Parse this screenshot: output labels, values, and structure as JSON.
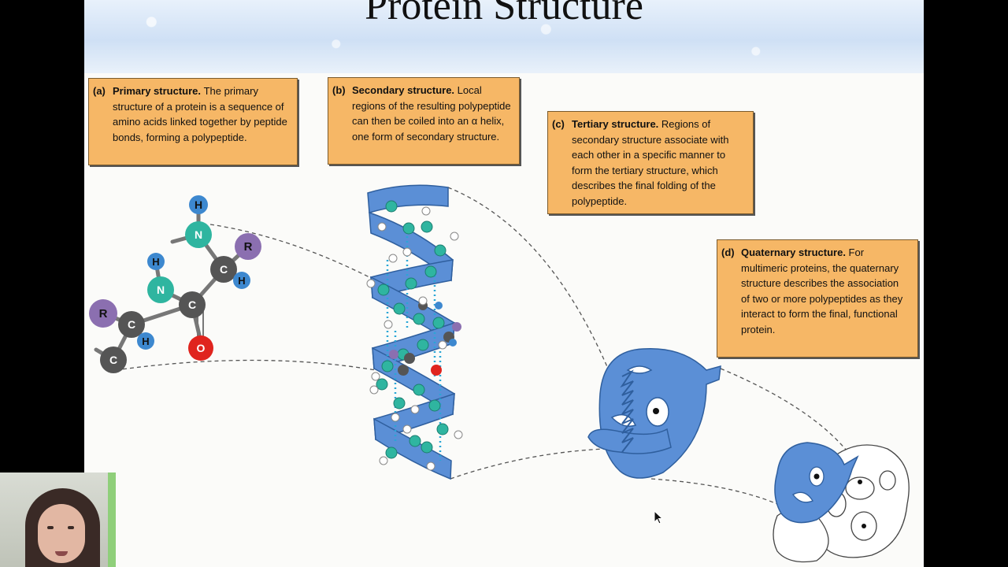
{
  "slide": {
    "title": "Protein Structure"
  },
  "boxes": {
    "a": {
      "label": "(a)",
      "heading": "Primary structure.",
      "text": "The primary structure of a protein is a sequence of amino acids linked together by peptide bonds, forming a polypeptide."
    },
    "b": {
      "label": "(b)",
      "heading": "Secondary structure.",
      "text": "Local regions of the resulting polypeptide can then be coiled into an α helix, one form of secondary structure."
    },
    "c": {
      "label": "(c)",
      "heading": "Tertiary structure.",
      "text": "Regions of secondary structure associate with each other in a specific manner to form the tertiary structure, which describes the final folding of the polypeptide."
    },
    "d": {
      "label": "(d)",
      "heading": "Quaternary structure.",
      "text": "For multimeric proteins, the quaternary structure describes the association of two or more polypeptides as they interact to form the final, functional protein."
    }
  },
  "atoms": {
    "h1": "H",
    "n1": "N",
    "r1": "R",
    "h2": "H",
    "c1": "C",
    "h3": "H",
    "n2": "N",
    "c2": "C",
    "r2": "R",
    "c3": "C",
    "h4": "H",
    "o1": "O",
    "c4": "C"
  },
  "colors": {
    "box_fill": "#f6b766",
    "ribbon": "#5b8fd6",
    "carbon_atom": "#555555",
    "nitrogen_atom": "#2fb5a0",
    "hydrogen_atom": "#3d88cf",
    "r_group": "#8b6fb0",
    "oxygen_atom": "#e0241e"
  }
}
